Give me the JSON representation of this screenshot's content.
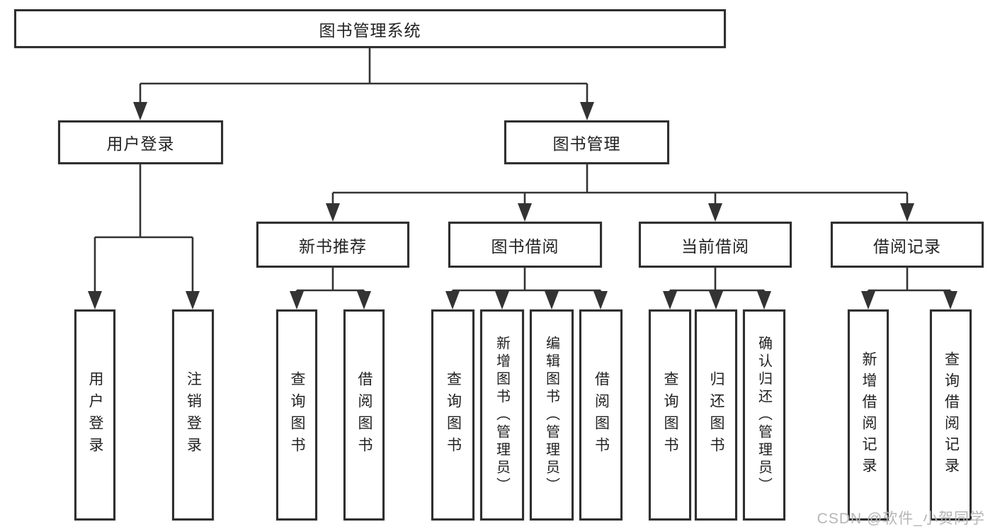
{
  "colors": {
    "line": "#333333",
    "box_border": "#2f2f2f",
    "text": "#222222",
    "watermark": "#b5b5b5",
    "background": "#ffffff"
  },
  "tree": {
    "label": "图书管理系统",
    "children": [
      {
        "label": "用户登录",
        "children": [
          {
            "label": "用户登录"
          },
          {
            "label": "注销登录"
          }
        ]
      },
      {
        "label": "图书管理",
        "children": [
          {
            "label": "新书推荐",
            "children": [
              {
                "label": "查询图书"
              },
              {
                "label": "借阅图书"
              }
            ]
          },
          {
            "label": "图书借阅",
            "children": [
              {
                "label": "查询图书"
              },
              {
                "label": "新增图书（管理员）"
              },
              {
                "label": "编辑图书（管理员）"
              },
              {
                "label": "借阅图书"
              }
            ]
          },
          {
            "label": "当前借阅",
            "children": [
              {
                "label": "查询图书"
              },
              {
                "label": "归还图书"
              },
              {
                "label": "确认归还（管理员）"
              }
            ]
          },
          {
            "label": "借阅记录",
            "children": [
              {
                "label": "新增借阅记录"
              },
              {
                "label": "查询借阅记录"
              }
            ]
          }
        ]
      }
    ]
  },
  "watermark": "CSDN @软件_小贺同学"
}
